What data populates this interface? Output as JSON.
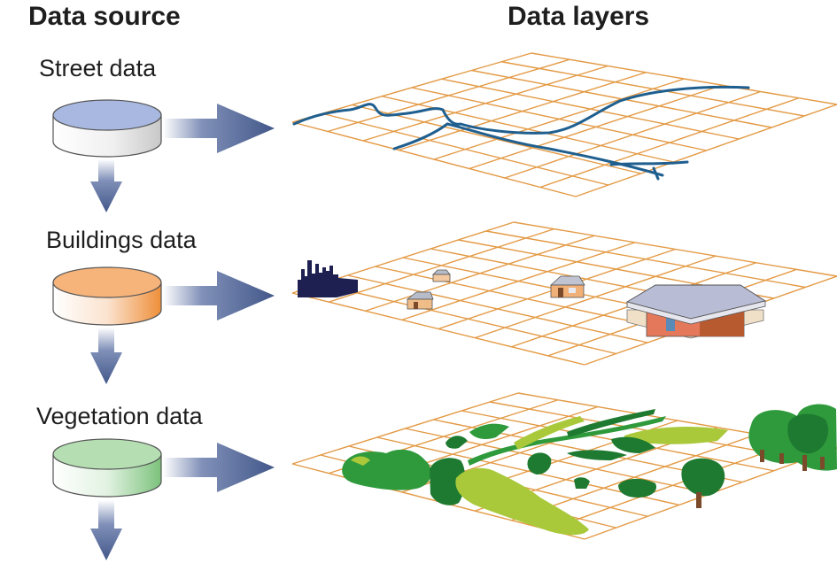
{
  "headers": {
    "data_source": "Data source",
    "data_layers": "Data layers"
  },
  "sources": [
    {
      "label": "Street data",
      "color": "#a8b8e0",
      "layer": "streets",
      "icon": "database-cylinder-icon"
    },
    {
      "label": "Buildings data",
      "color": "#f2a86a",
      "layer": "buildings",
      "icon": "database-cylinder-icon"
    },
    {
      "label": "Vegetation data",
      "color": "#a8d8a8",
      "layer": "vegetation",
      "icon": "database-cylinder-icon"
    }
  ],
  "colors": {
    "grid": "#e39a45",
    "street": "#1f5f8f",
    "arrow": "#43588a",
    "factory": "#1d2050",
    "veg_dark": "#1e7a30",
    "veg_mid": "#2f9a3c",
    "veg_light": "#a9c93a"
  },
  "icons": [
    "right-arrow-icon",
    "down-arrow-icon",
    "factory-icon",
    "house-icon",
    "warehouse-icon",
    "tree-icon"
  ]
}
